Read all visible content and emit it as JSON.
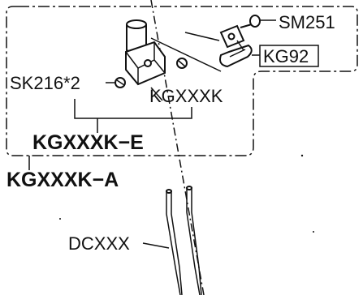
{
  "labels": {
    "screw_part": "SM251",
    "bracket_part": "KG92",
    "set_screw_part": "SK216*2",
    "clamp_part": "KGXXXK",
    "assembly_e": "KGXXXK−E",
    "assembly_a": "KGXXXK−A",
    "needle_part": "DCXXX"
  },
  "colors": {
    "ink": "#111111",
    "paper": "#ffffff"
  }
}
